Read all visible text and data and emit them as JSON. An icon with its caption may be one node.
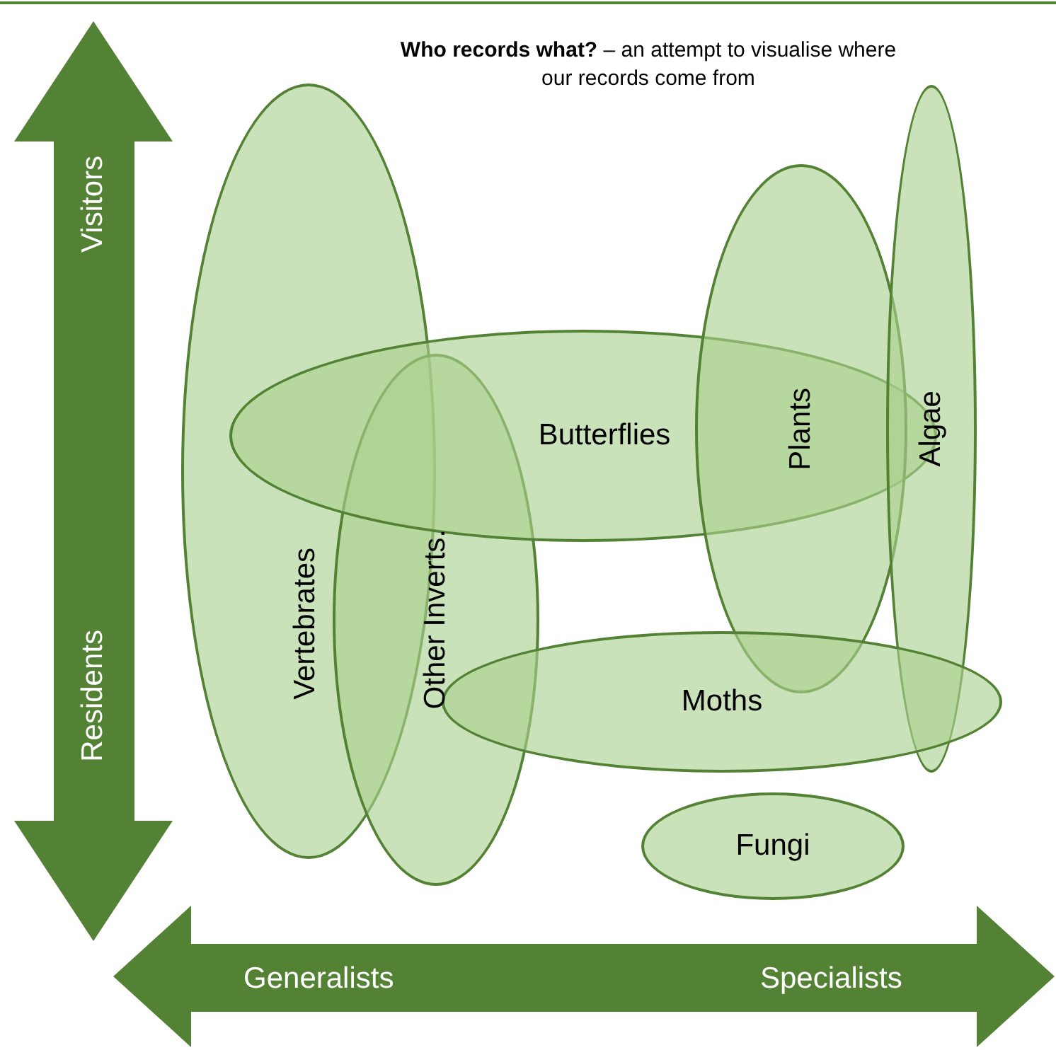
{
  "diagram": {
    "title": "**Who records what?** – an attempt to visualise where our records come from",
    "nodes": [
      {
        "text": [
          "Vertebrates"
        ]
      },
      {
        "text": [
          "Other Inverts."
        ]
      },
      {
        "text": [
          "Butterflies"
        ]
      },
      {
        "text": [
          "Plants"
        ]
      },
      {
        "text": [
          "Algae"
        ]
      },
      {
        "text": [
          "Moths"
        ]
      },
      {
        "text": [
          "Fungi"
        ]
      }
    ],
    "labels": [
      "Visitors",
      "Residents",
      "Generalists",
      "Specialists"
    ]
  }
}
